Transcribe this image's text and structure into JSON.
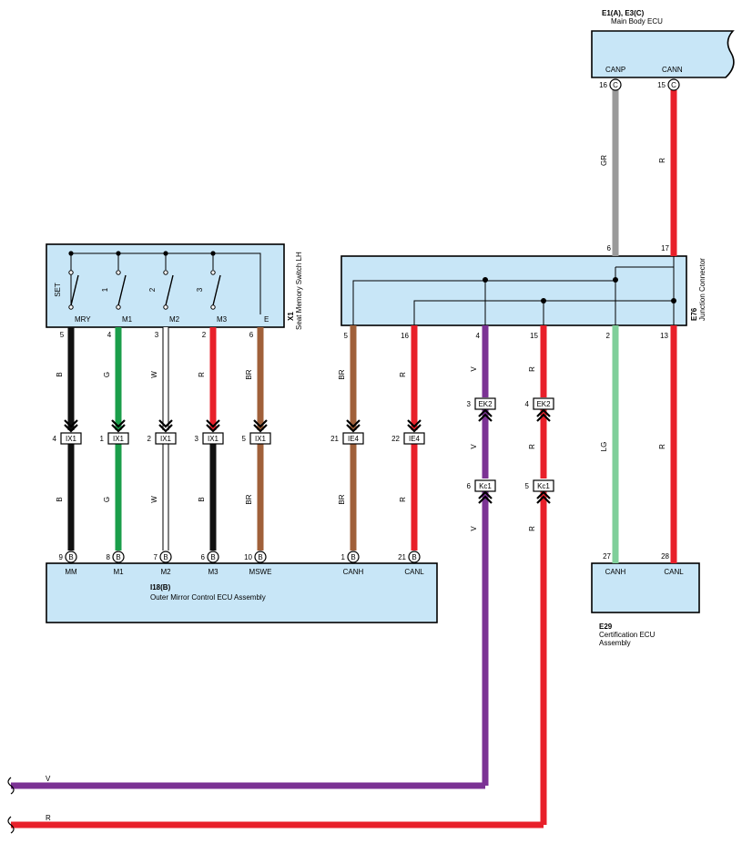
{
  "components": {
    "main_body_ecu": {
      "id": "E1(A), E3(C)",
      "name": "Main Body ECU",
      "pins": [
        {
          "label": "CANP",
          "num": "16",
          "conn": "C"
        },
        {
          "label": "CANN",
          "num": "15",
          "conn": "C"
        }
      ]
    },
    "seat_switch": {
      "id": "X1",
      "name": "Seat Memory Switch LH",
      "switches": [
        "SET",
        "1",
        "2",
        "3"
      ],
      "pins": [
        {
          "label": "MRY",
          "num": "5"
        },
        {
          "label": "M1",
          "num": "4"
        },
        {
          "label": "M2",
          "num": "3"
        },
        {
          "label": "M3",
          "num": "2"
        },
        {
          "label": "E",
          "num": "6"
        }
      ]
    },
    "junction": {
      "id": "E76",
      "name": "Junction Connector",
      "pins": [
        {
          "num": "5"
        },
        {
          "num": "16"
        },
        {
          "num": "4"
        },
        {
          "num": "15"
        },
        {
          "num": "2"
        },
        {
          "num": "13"
        }
      ],
      "top_pins": [
        {
          "num": "6"
        },
        {
          "num": "17"
        }
      ]
    },
    "outer_mirror": {
      "id": "I18(B)",
      "name": "Outer Mirror Control ECU Assembly",
      "pins": [
        {
          "label": "MM",
          "num": "9",
          "conn": "B"
        },
        {
          "label": "M1",
          "num": "8",
          "conn": "B"
        },
        {
          "label": "M2",
          "num": "7",
          "conn": "B"
        },
        {
          "label": "M3",
          "num": "6",
          "conn": "B"
        },
        {
          "label": "MSWE",
          "num": "10",
          "conn": "B"
        },
        {
          "label": "CANH",
          "num": "1",
          "conn": "B"
        },
        {
          "label": "CANL",
          "num": "21",
          "conn": "B"
        }
      ]
    },
    "cert_ecu": {
      "id": "E29",
      "name_line1": "Certification ECU",
      "name_line2": "Assembly",
      "pins": [
        {
          "label": "CANH",
          "num": "27"
        },
        {
          "label": "CANL",
          "num": "28"
        }
      ]
    }
  },
  "wires": [
    {
      "upper": "B",
      "lower": "B",
      "connector": "IX1",
      "pin": "4",
      "color": "#111111"
    },
    {
      "upper": "G",
      "lower": "G",
      "connector": "IX1",
      "pin": "1",
      "color": "#1a9e4a"
    },
    {
      "upper": "W",
      "lower": "W",
      "connector": "IX1",
      "pin": "2",
      "color": "#ffffff"
    },
    {
      "upper": "R",
      "lower": "B",
      "connector": "IX1",
      "pin": "3",
      "color": "#e8202a"
    },
    {
      "upper": "BR",
      "lower": "BR",
      "connector": "IX1",
      "pin": "5",
      "color": "#a0603a"
    },
    {
      "upper": "BR",
      "lower": "BR",
      "connector": "IE4",
      "pin": "21",
      "color": "#a0603a"
    },
    {
      "upper": "R",
      "lower": "R",
      "connector": "IE4",
      "pin": "22",
      "color": "#e8202a"
    },
    {
      "upper": "V",
      "lower": "V",
      "connector": "EK2",
      "pin": "3",
      "connector2": "Kc1",
      "pin2": "6",
      "color": "#7b3294"
    },
    {
      "upper": "R",
      "lower": "R",
      "connector": "EK2",
      "pin": "4",
      "connector2": "Kc1",
      "pin2": "5",
      "color": "#e8202a"
    },
    {
      "upper": "LG",
      "color": "#7fcf9a"
    },
    {
      "upper": "R",
      "color": "#e8202a"
    },
    {
      "upper": "GR",
      "color": "#9a9a9a"
    },
    {
      "upper": "R",
      "color": "#e8202a"
    }
  ],
  "bottom_wires": [
    {
      "label": "V",
      "color": "#7b3294"
    },
    {
      "label": "R",
      "color": "#e8202a"
    }
  ]
}
